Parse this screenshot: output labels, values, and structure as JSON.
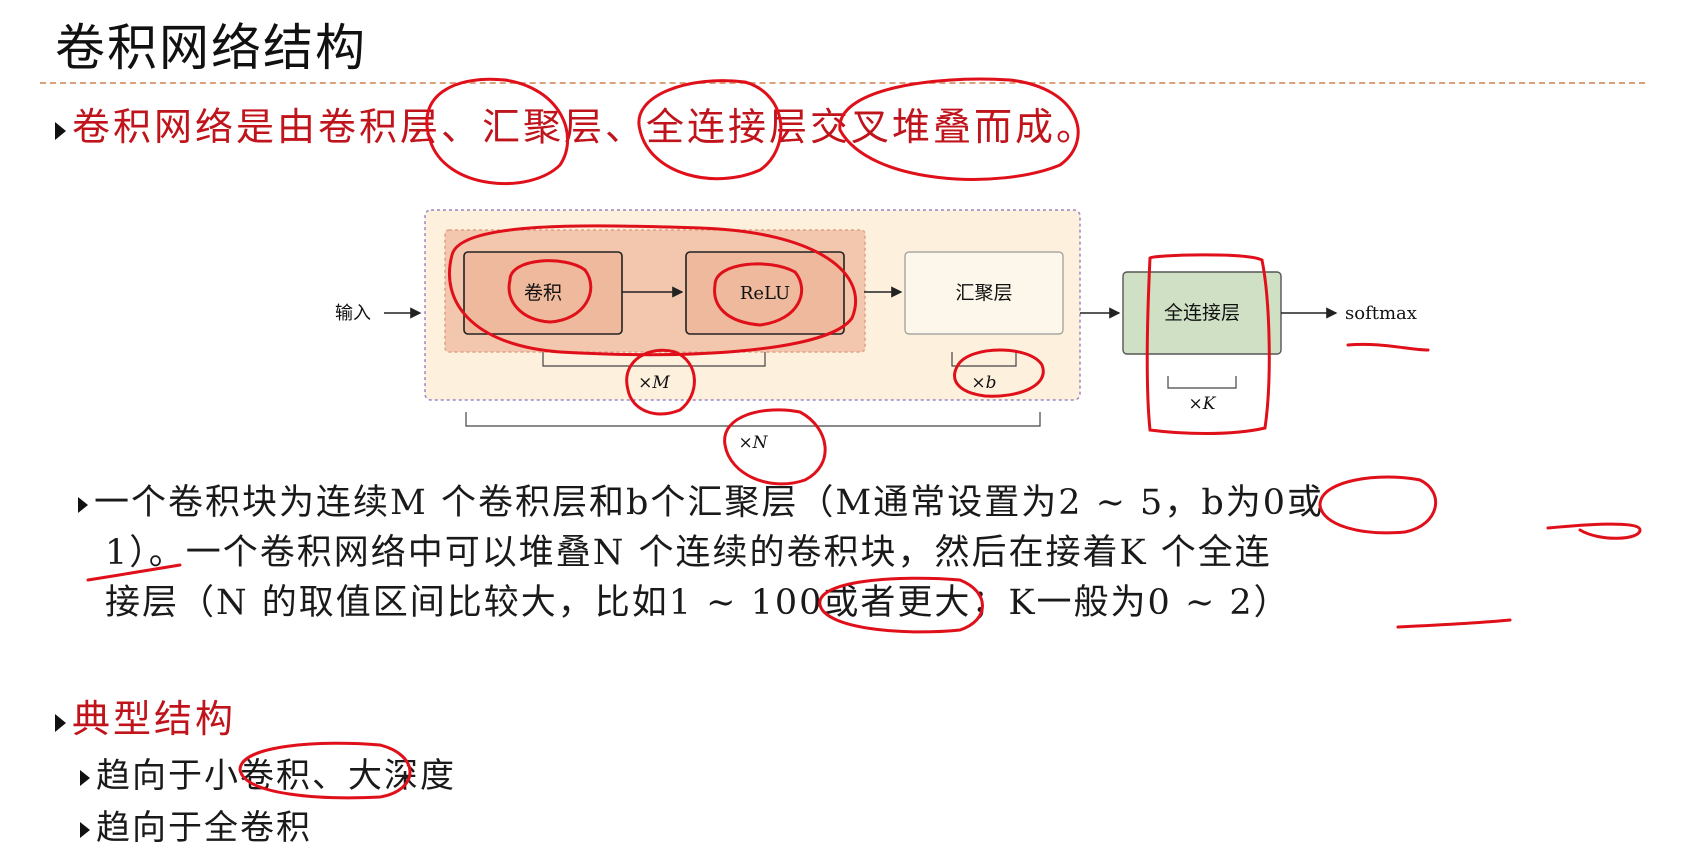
{
  "slide": {
    "title": "卷积网络结构",
    "bullet1": "卷积网络是由卷积层、汇聚层、全连接层交叉堆叠而成。",
    "paragraph": {
      "line1": "一个卷积块为连续M 个卷积层和b个汇聚层（M通常设置为2 ∼ 5，b为0或",
      "line2": "1）。一个卷积网络中可以堆叠N 个连续的卷积块，然后在接着K 个全连",
      "line3": "接层（N 的取值区间比较大，比如1 ∼ 100或者更大；K一般为0 ∼ 2）"
    },
    "section": "典型结构",
    "sub_bullets": [
      "趋向于小卷积、大深度",
      "趋向于全卷积"
    ]
  },
  "diagram": {
    "input_label": "输入",
    "conv_label": "卷积",
    "relu_label": "ReLU",
    "pool_label": "汇聚层",
    "fc_label": "全连接层",
    "output_label": "softmax",
    "repeat_m": "×M",
    "repeat_b": "×b",
    "repeat_n": "×N",
    "repeat_k": "×K"
  },
  "colors": {
    "title_red": "#c0141c",
    "annotation_red": "#e0101a",
    "outer_block_fill": "#fdf0dc",
    "inner_block_fill": "#f3c7ad",
    "conv_box_fill": "#eeb99c",
    "fc_fill": "#cfe0c4",
    "rule": "#d9a07a"
  }
}
